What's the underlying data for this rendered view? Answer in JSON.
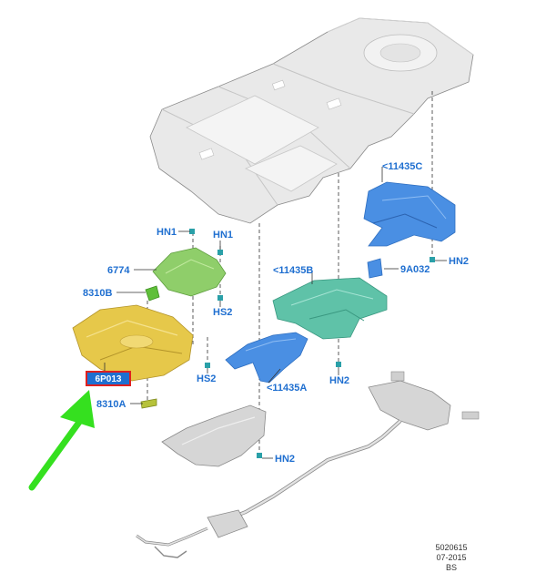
{
  "diagram": {
    "callouts": {
      "c11435c": "<11435C",
      "hn1_left": "HN1",
      "hn1_right": "HN1",
      "p6774": "6774",
      "p8310b": "8310B",
      "hs2_upper": "HS2",
      "c11435b": "<11435B",
      "p9a032": "9A032",
      "hn2_right": "HN2",
      "hn2_mid": "HN2",
      "hs2_lower": "HS2",
      "c11435a": "<11435A",
      "p8310a": "8310A",
      "hn2_bottom": "HN2",
      "highlighted_part": "6P013"
    },
    "footer": {
      "code": "5020615",
      "date": "07-2015",
      "initials": "BS"
    },
    "colors": {
      "callout_text": "#1f6fd0",
      "highlight_box": "#e0201e",
      "arrow": "#35e01f",
      "floor_pan": "#e9e9e9",
      "shield_yellow": "#e6c84a",
      "shield_green_light": "#8fce6a",
      "shield_teal": "#5fc2a8",
      "shield_blue": "#4a8fe3",
      "exhaust_grey": "#d6d6d6"
    }
  }
}
